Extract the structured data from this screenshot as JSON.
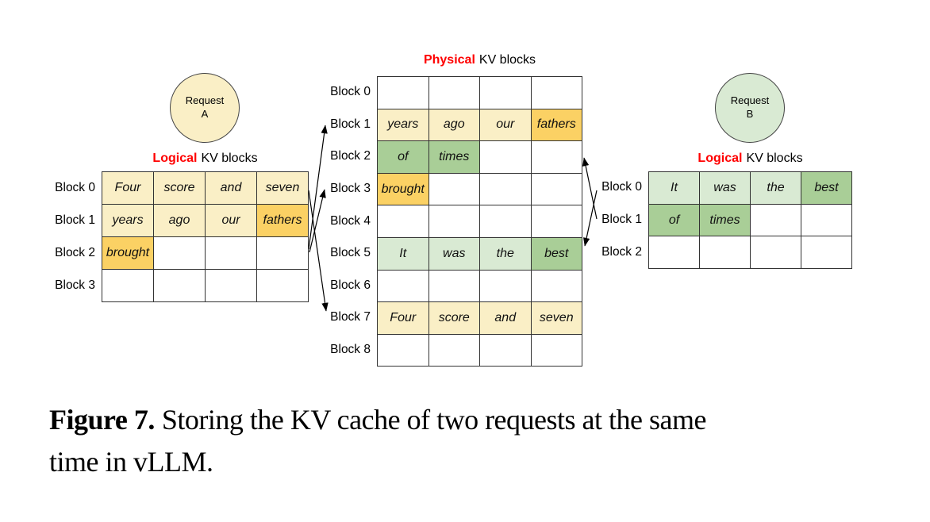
{
  "colors": {
    "y1": "#FAEFC6",
    "y2": "#FBD164",
    "g1": "#D9EAD3",
    "g2": "#A9CE97",
    "w": "#FFFFFF",
    "title_highlight": "#FF0000",
    "circle_a_fill": "#FAEFC6",
    "circle_b_fill": "#D9EAD3"
  },
  "request_a": {
    "line1": "Request",
    "line2": "A"
  },
  "request_b": {
    "line1": "Request",
    "line2": "B"
  },
  "left_logical": {
    "title_highlight": "Logical",
    "title_rest": "KV blocks",
    "row_labels": [
      "Block 0",
      "Block 1",
      "Block 2",
      "Block 3"
    ],
    "rows": [
      [
        {
          "t": "Four",
          "f": "y1"
        },
        {
          "t": "score",
          "f": "y1"
        },
        {
          "t": "and",
          "f": "y1"
        },
        {
          "t": "seven",
          "f": "y1"
        }
      ],
      [
        {
          "t": "years",
          "f": "y1"
        },
        {
          "t": "ago",
          "f": "y1"
        },
        {
          "t": "our",
          "f": "y1"
        },
        {
          "t": "fathers",
          "f": "y2"
        }
      ],
      [
        {
          "t": "brought",
          "f": "y2"
        },
        {
          "t": "",
          "f": "w"
        },
        {
          "t": "",
          "f": "w"
        },
        {
          "t": "",
          "f": "w"
        }
      ],
      [
        {
          "t": "",
          "f": "w"
        },
        {
          "t": "",
          "f": "w"
        },
        {
          "t": "",
          "f": "w"
        },
        {
          "t": "",
          "f": "w"
        }
      ]
    ]
  },
  "physical": {
    "title_highlight": "Physical",
    "title_rest": "KV blocks",
    "row_labels": [
      "Block 0",
      "Block 1",
      "Block 2",
      "Block 3",
      "Block 4",
      "Block 5",
      "Block 6",
      "Block 7",
      "Block 8"
    ],
    "rows": [
      [
        {
          "t": "",
          "f": "w"
        },
        {
          "t": "",
          "f": "w"
        },
        {
          "t": "",
          "f": "w"
        },
        {
          "t": "",
          "f": "w"
        }
      ],
      [
        {
          "t": "years",
          "f": "y1"
        },
        {
          "t": "ago",
          "f": "y1"
        },
        {
          "t": "our",
          "f": "y1"
        },
        {
          "t": "fathers",
          "f": "y2"
        }
      ],
      [
        {
          "t": "of",
          "f": "g2"
        },
        {
          "t": "times",
          "f": "g2"
        },
        {
          "t": "",
          "f": "w"
        },
        {
          "t": "",
          "f": "w"
        }
      ],
      [
        {
          "t": "brought",
          "f": "y2"
        },
        {
          "t": "",
          "f": "w"
        },
        {
          "t": "",
          "f": "w"
        },
        {
          "t": "",
          "f": "w"
        }
      ],
      [
        {
          "t": "",
          "f": "w"
        },
        {
          "t": "",
          "f": "w"
        },
        {
          "t": "",
          "f": "w"
        },
        {
          "t": "",
          "f": "w"
        }
      ],
      [
        {
          "t": "It",
          "f": "g1"
        },
        {
          "t": "was",
          "f": "g1"
        },
        {
          "t": "the",
          "f": "g1"
        },
        {
          "t": "best",
          "f": "g2"
        }
      ],
      [
        {
          "t": "",
          "f": "w"
        },
        {
          "t": "",
          "f": "w"
        },
        {
          "t": "",
          "f": "w"
        },
        {
          "t": "",
          "f": "w"
        }
      ],
      [
        {
          "t": "Four",
          "f": "y1"
        },
        {
          "t": "score",
          "f": "y1"
        },
        {
          "t": "and",
          "f": "y1"
        },
        {
          "t": "seven",
          "f": "y1"
        }
      ],
      [
        {
          "t": "",
          "f": "w"
        },
        {
          "t": "",
          "f": "w"
        },
        {
          "t": "",
          "f": "w"
        },
        {
          "t": "",
          "f": "w"
        }
      ]
    ]
  },
  "right_logical": {
    "title_highlight": "Logical",
    "title_rest": "KV blocks",
    "row_labels": [
      "Block 0",
      "Block 1",
      "Block 2"
    ],
    "rows": [
      [
        {
          "t": "It",
          "f": "g1"
        },
        {
          "t": "was",
          "f": "g1"
        },
        {
          "t": "the",
          "f": "g1"
        },
        {
          "t": "best",
          "f": "g2"
        }
      ],
      [
        {
          "t": "of",
          "f": "g2"
        },
        {
          "t": "times",
          "f": "g2"
        },
        {
          "t": "",
          "f": "w"
        },
        {
          "t": "",
          "f": "w"
        }
      ],
      [
        {
          "t": "",
          "f": "w"
        },
        {
          "t": "",
          "f": "w"
        },
        {
          "t": "",
          "f": "w"
        },
        {
          "t": "",
          "f": "w"
        }
      ]
    ]
  },
  "mappings": [
    {
      "request": "A",
      "logical": "Block 0",
      "physical": "Block 7"
    },
    {
      "request": "A",
      "logical": "Block 1",
      "physical": "Block 1"
    },
    {
      "request": "A",
      "logical": "Block 2",
      "physical": "Block 3"
    },
    {
      "request": "B",
      "logical": "Block 0",
      "physical": "Block 5"
    },
    {
      "request": "B",
      "logical": "Block 1",
      "physical": "Block 2"
    }
  ],
  "caption": {
    "figure_label": "Figure 7.",
    "line1": "Storing the KV cache of two requests at the same",
    "line2": "time in vLLM."
  }
}
